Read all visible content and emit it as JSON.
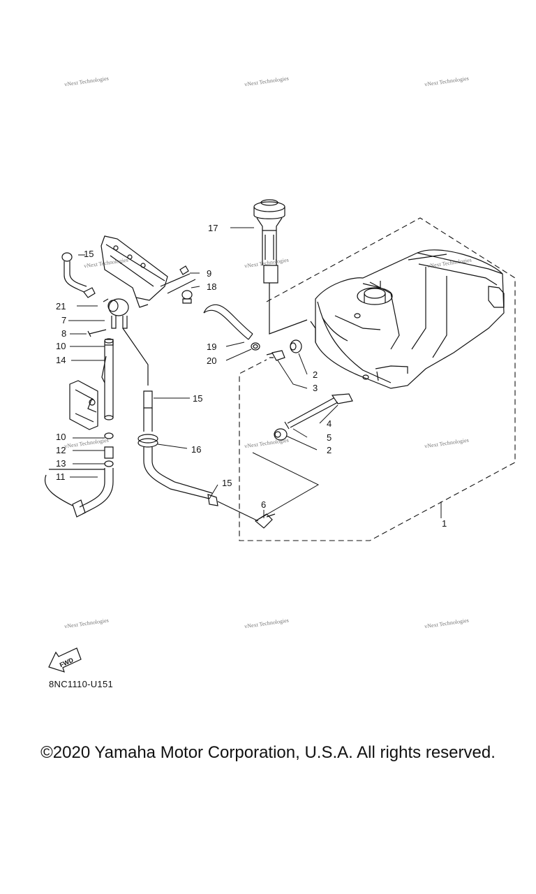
{
  "watermark_text": "vNext Technologies",
  "callouts": [
    "1",
    "2",
    "3",
    "4",
    "5",
    "6",
    "7",
    "8",
    "9",
    "10",
    "11",
    "12",
    "13",
    "14",
    "15",
    "16",
    "17",
    "18",
    "19",
    "20",
    "21"
  ],
  "fwd_label": "FWD",
  "diagram_code": "8NC1110-U151",
  "copyright": "©2020 Yamaha Motor Corporation, U.S.A. All rights reserved.",
  "colors": {
    "line": "#111111",
    "watermark": "#777777",
    "background": "#ffffff"
  }
}
